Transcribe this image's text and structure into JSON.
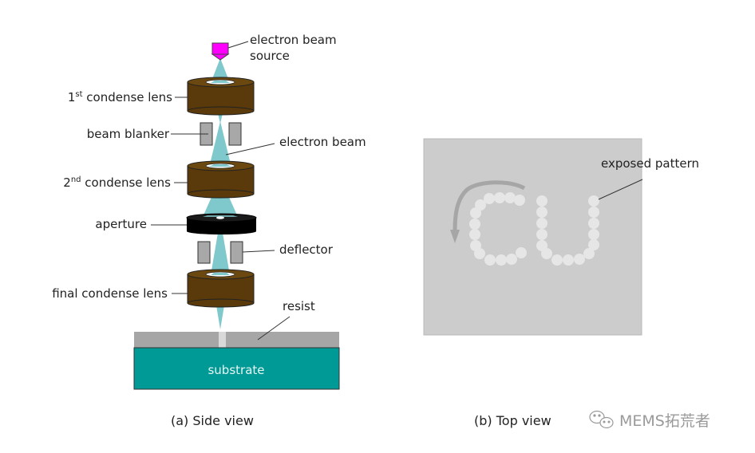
{
  "side_view": {
    "caption": "(a)  Side view",
    "labels": {
      "source_line1": "electron beam",
      "source_line2": "source",
      "lens1_prefix": "1",
      "lens1_sup": "st",
      "lens1_rest": " condense lens",
      "beam_blanker": "beam blanker",
      "electron_beam": "electron beam",
      "lens2_prefix": "2",
      "lens2_sup": "nd",
      "lens2_rest": " condense lens",
      "aperture": "aperture",
      "deflector": "deflector",
      "final_lens": "final condense lens",
      "resist": "resist",
      "substrate": "substrate"
    }
  },
  "top_view": {
    "caption": "(b)  Top view",
    "label": "exposed pattern",
    "pattern_letters": "CU"
  },
  "watermark": {
    "text": "MEMS拓荒者",
    "icon": "wechat-icon"
  },
  "colors": {
    "source": "#ff00ff",
    "beam": "#7fc8cc",
    "lens": "#5a3a0a",
    "aperture": "#000000",
    "plates": "#a8a8a8",
    "resist": "#a6a6a6",
    "substrate": "#009a96",
    "top_plate": "#cccccc",
    "dots": "#e6e6e6",
    "arrow": "#a6a6a6"
  }
}
